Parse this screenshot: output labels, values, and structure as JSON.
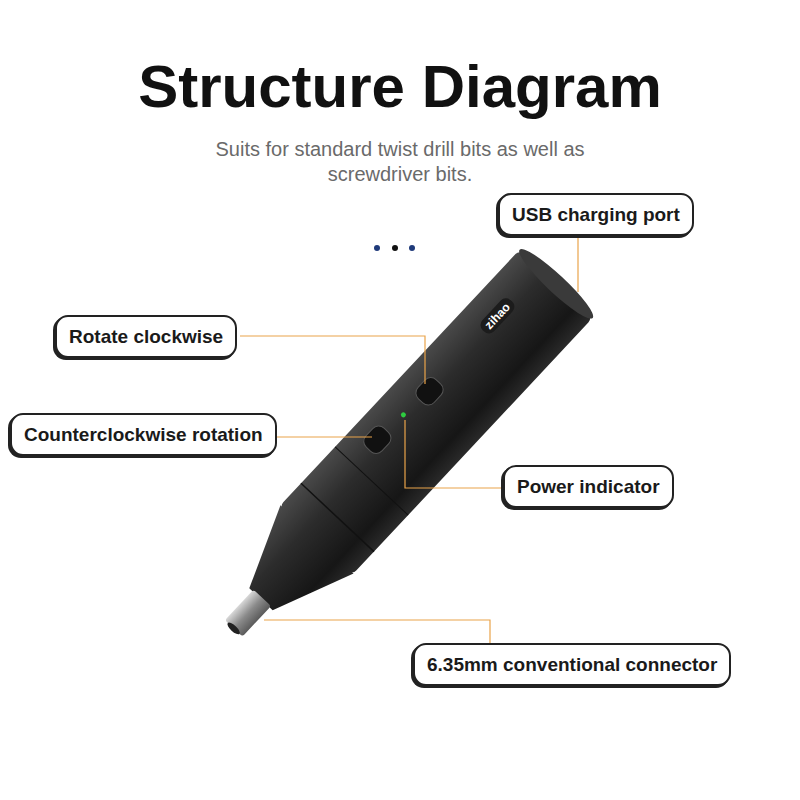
{
  "diagram": {
    "title": "Structure Diagram",
    "nodes": [
      {
        "text": [
          "USB charging port"
        ]
      },
      {
        "text": [
          "Rotate clockwise"
        ]
      },
      {
        "text": [
          "Counterclockwise rotation"
        ]
      },
      {
        "text": [
          "Power indicator"
        ]
      },
      {
        "text": [
          "6.35mm conventional connector"
        ]
      }
    ],
    "labels": [
      "Suits for standard twist drill bits as well as screwdriver bits.",
      "zihao"
    ]
  }
}
